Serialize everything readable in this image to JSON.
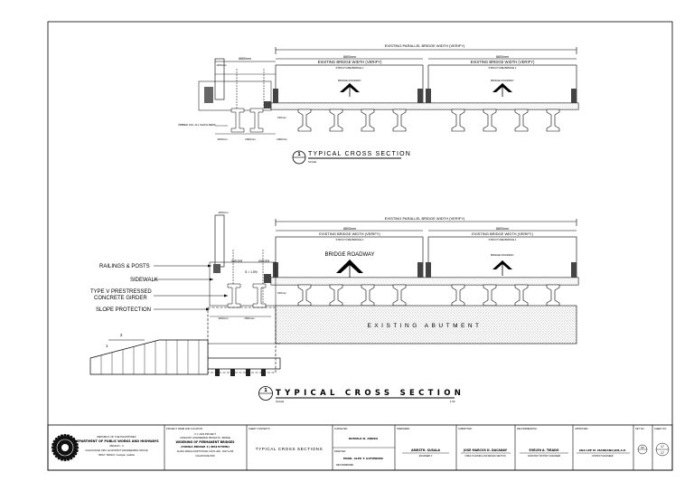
{
  "top": {
    "overall_width": "EXISTING PARALLEL BRIDGE WIDTH (VERIFY)",
    "left_dim": "6660mm",
    "bridge1": {
      "dim": "8800mm",
      "label": "EXISTING BRIDGE WIDTH (VERIFY)",
      "sub": "STRUCTURE BRIDGE 1",
      "arrow_label": "BRIDGE ROADWAY"
    },
    "bridge2": {
      "dim": "8800mm",
      "label": "EXISTING BRIDGE WIDTH (VERIFY)",
      "sub": "STRUCTURE BRIDGE 1",
      "arrow_label": "BRIDGE ROADWAY"
    },
    "girder_dim": "1150mm",
    "bottom_dims": [
      "1150mm",
      "1500mm",
      "2000mm"
    ],
    "side_dim": "150mm",
    "note": "RIBBED, DIA. ALL SHOULDERS",
    "section_no": "1",
    "section_sub": "SCALE",
    "section_title": "TYPICAL CROSS SECTION"
  },
  "bottom": {
    "overall_width": "EXISTING PARALLEL BRIDGE WIDTH (VERIFY)",
    "top_dim": "1150mm",
    "bridge1": {
      "dim": "8800mm",
      "label": "EXISTING BRIDGE WIDTH (VERIFY)",
      "sub": "STRUCTURE BRIDGE 1",
      "arrow_label": "BRIDGE ROADWAY"
    },
    "bridge2": {
      "dim": "8800mm",
      "label": "EXISTING BRIDGE WIDTH (VERIFY)",
      "sub": "STRUCTURE BRIDGE 1",
      "arrow_label": "BRIDGE ROADWAY"
    },
    "girder_label_1": "GIRDER",
    "girder_label_2": "GIRDER",
    "slope": "S = 1.5%",
    "callouts": [
      "RAILINGS & POSTS",
      "SIDEWALK",
      "TYPE V PRESTRESSED",
      "CONCRETE GIRDER",
      "SLOPE PROTECTION"
    ],
    "slope_ratio_h": "2",
    "slope_ratio_v": "1",
    "abutment": "EXISTING ABUTMENT",
    "bottom_dims": [
      "1150mm",
      "1500mm"
    ],
    "side_dim": "150mm",
    "section_no": "1",
    "section_sub": "SCALE",
    "section_title": "TYPICAL CROSS SECTION",
    "section_scale_right": "1:50"
  },
  "title_block": {
    "agency": {
      "line1": "REPUBLIC OF THE PHILIPPINES",
      "line2": "DEPARTMENT OF PUBLIC WORKS AND HIGHWAYS",
      "line3": "REGION - II",
      "line4": "CAGAYAN DE ORO 1st DISTRICT ENGINEERING OFFICE",
      "line5": "BRGY. DIGNAY, Cauayan, Isabela"
    },
    "project": {
      "header": "PROJECT NAME AND LOCATION",
      "line1": "C.Y. 2023 PROJECT",
      "line2": "CATEGORY: ENGINEERING PROJECTS - BRIDGE",
      "line3": "WIDENING OF PERMANENT BRIDGES",
      "line4": "(PONGA BRIDGE 1) (B01575MN)",
      "line5": "ALONG MANILA NORTH ROAD, K0271+000 - K0271+400",
      "line6": "CAGAYAN DE ORO"
    },
    "sheet_contents": {
      "header": "SHEET CONTENTS",
      "value": "TYPICAL CROSS SECTIONS"
    },
    "surveyed": {
      "header": "SURVEYED:",
      "name": "ROMULO N. ANDRA"
    },
    "drafted": {
      "header": "DRAFTED:",
      "name": "ENGR. ALEX T. GUTIERREZ",
      "sub": "RECOMMENDED"
    },
    "prepared": {
      "header": "PREPARED:",
      "name": "ARIESTH. SUSALA",
      "role": "ENGINEER II"
    },
    "submitted": {
      "header": "SUBMITTED:",
      "name": "JOSE MARCOS D. DACANAY",
      "role": "CHIEF, PLANNING AND DESIGN SECTION"
    },
    "recommending": {
      "header": "RECOMMENDING:",
      "name": "EVELYN A. TIRADO",
      "role": "ASSISTANT DISTRICT ENGINEER"
    },
    "approved": {
      "header": "APPROVED:",
      "name": "ANA LEE M. MANDANO,DM,A.E.",
      "role": "DISTRICT ENGINEER"
    },
    "set_no": {
      "header": "SET NO.",
      "value": "SP"
    },
    "sheet_no": {
      "header": "SHEET NO.",
      "value": "17",
      "total": "17"
    }
  }
}
